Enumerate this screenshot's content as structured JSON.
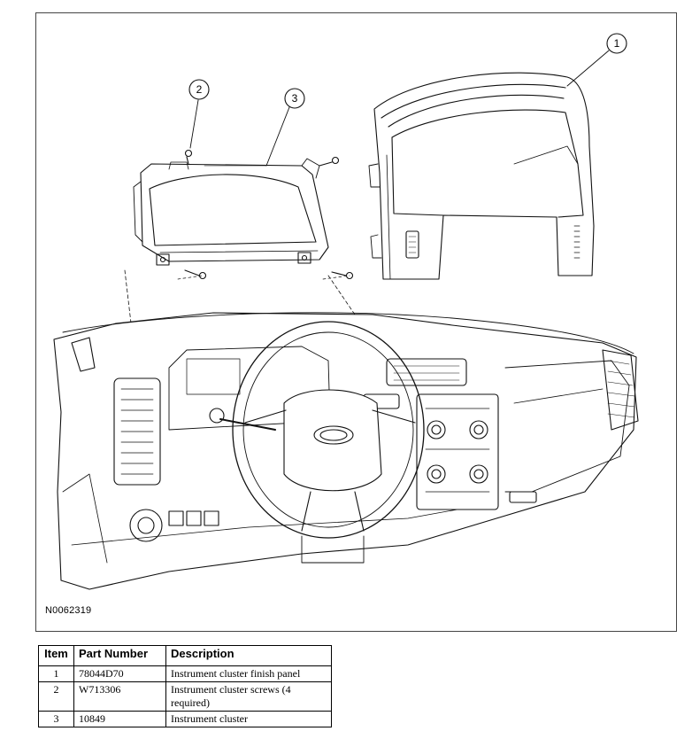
{
  "figure": {
    "id_label": "N0062319",
    "callouts": [
      "1",
      "2",
      "3"
    ]
  },
  "table": {
    "headers": [
      "Item",
      "Part Number",
      "Description"
    ],
    "rows": [
      {
        "item": "1",
        "part_number": "78044D70",
        "description": "Instrument cluster finish panel"
      },
      {
        "item": "2",
        "part_number": "W713306",
        "description": "Instrument cluster screws (4 required)"
      },
      {
        "item": "3",
        "part_number": "10849",
        "description": "Instrument cluster"
      }
    ]
  }
}
